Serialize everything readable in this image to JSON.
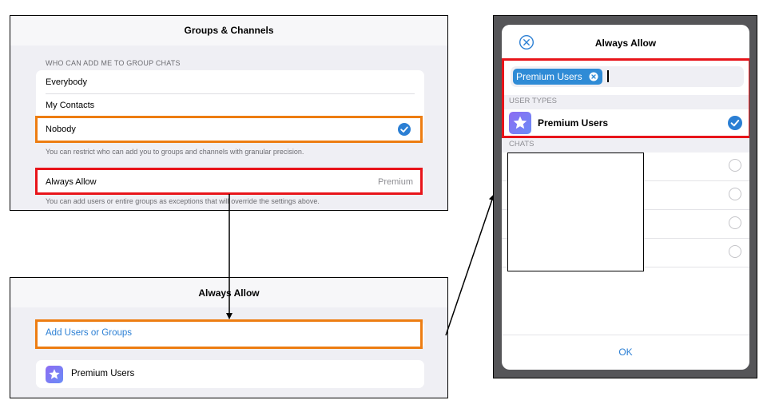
{
  "panel_top": {
    "title": "Groups & Channels",
    "section_header": "WHO CAN ADD ME TO GROUP CHATS",
    "options": [
      {
        "label": "Everybody"
      },
      {
        "label": "My Contacts"
      },
      {
        "label": "Nobody",
        "selected": true
      }
    ],
    "options_footer": "You can restrict who can add you to groups and channels with granular precision.",
    "always_allow": {
      "label": "Always Allow",
      "value": "Premium"
    },
    "always_allow_footer": "You can add users or entire groups as exceptions that will override the settings above."
  },
  "panel_bottom": {
    "title": "Always Allow",
    "add_label": "Add Users or Groups",
    "item_label": "Premium Users",
    "item_icon": "star-icon"
  },
  "sheet": {
    "title": "Always Allow",
    "close_icon": "close-circle-icon",
    "token_label": "Premium Users",
    "section_user_types": "USER TYPES",
    "user_type_label": "Premium Users",
    "section_chats": "CHATS",
    "ok_label": "OK"
  },
  "colors": {
    "accent": "#2b7fd4",
    "highlight_orange": "#ed7d12",
    "highlight_red": "#e8141a",
    "premium_gradient_start": "#8d6cf2",
    "premium_gradient_end": "#6a8cf7",
    "background": "#efeff4"
  }
}
